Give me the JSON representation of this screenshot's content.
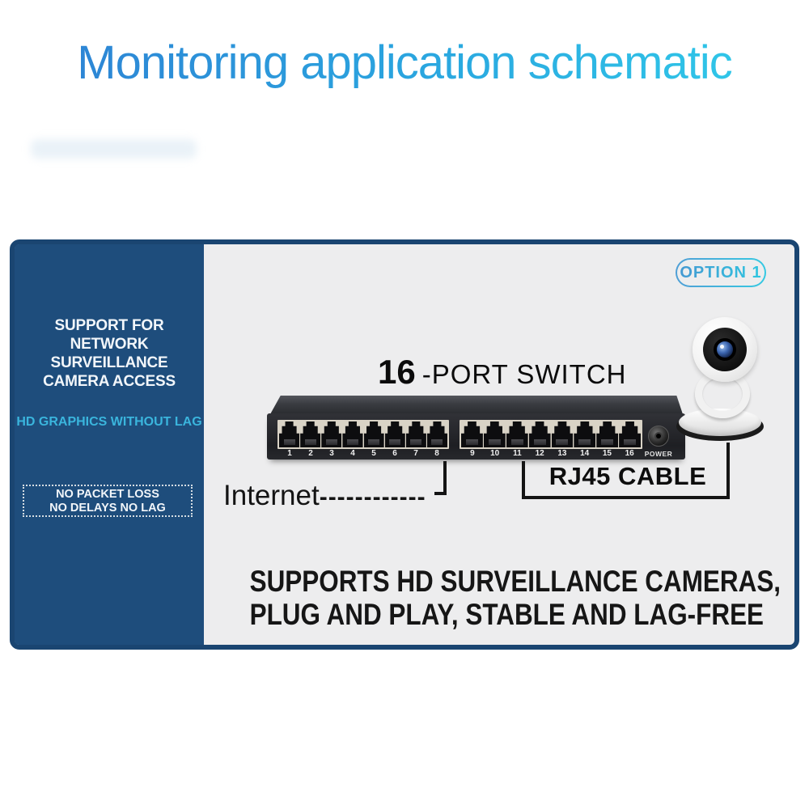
{
  "title": "Monitoring application schematic",
  "panel": {
    "option_badge": "OPTION 1",
    "sidebar": {
      "heading_lines": [
        "SUPPORT FOR",
        "NETWORK SURVEILLANCE",
        "CAMERA ACCESS"
      ],
      "subheading": "HD GRAPHICS WITHOUT LAG",
      "badge_lines": [
        "NO PACKET LOSS",
        "NO DELAYS NO LAG"
      ]
    },
    "diagram": {
      "switch_label": {
        "number": "16",
        "rest": "-PORT SWITCH"
      },
      "port_numbers": [
        "1",
        "2",
        "3",
        "4",
        "5",
        "6",
        "7",
        "8",
        "9",
        "10",
        "11",
        "12",
        "13",
        "14",
        "15",
        "16"
      ],
      "power_label": "POWER",
      "internet_label": "Internet",
      "internet_dashes": "------------",
      "cable_label": "RJ45 CABLE"
    },
    "footer_lines": [
      "SUPPORTS HD SURVEILLANCE CAMERAS,",
      "PLUG AND PLAY, STABLE AND LAG-FREE"
    ]
  },
  "colors": {
    "title_gradient_from": "#2e7fd3",
    "title_gradient_to": "#31cdea",
    "panel_border": "#1a4571",
    "panel_interior": "#ededee",
    "sidebar_background": "#1e4d7c",
    "accent_cyan": "#3ab5dd",
    "text_dark": "#141414"
  }
}
